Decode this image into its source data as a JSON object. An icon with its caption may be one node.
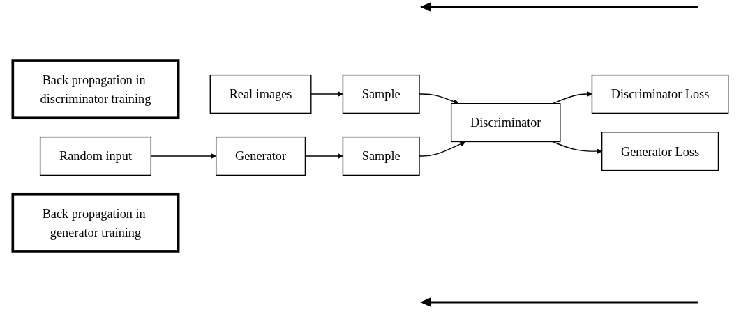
{
  "diagram": {
    "nodes": [
      {
        "text": [
          "Back propagation in discriminator training"
        ]
      },
      {
        "text": [
          "Real images"
        ]
      },
      {
        "text": [
          "Sample"
        ]
      },
      {
        "text": [
          "Discriminator Loss"
        ]
      },
      {
        "text": [
          "Random input"
        ]
      },
      {
        "text": [
          "Generator"
        ]
      },
      {
        "text": [
          "Sample"
        ]
      },
      {
        "text": [
          "Discriminator"
        ]
      },
      {
        "text": [
          "Generator Loss"
        ]
      },
      {
        "text": [
          "Back propagation in generator training"
        ]
      }
    ],
    "edges": [
      {
        "from": 1,
        "to": 2,
        "arrow": "to"
      },
      {
        "from": 4,
        "to": 5,
        "arrow": "to"
      },
      {
        "from": 5,
        "to": 6,
        "arrow": "to"
      },
      {
        "from": 2,
        "to": 7,
        "arrow": "to"
      },
      {
        "from": 6,
        "to": 7,
        "arrow": "to"
      },
      {
        "from": 7,
        "to": 3,
        "arrow": "to"
      },
      {
        "from": 7,
        "to": 8,
        "arrow": "to"
      }
    ]
  }
}
